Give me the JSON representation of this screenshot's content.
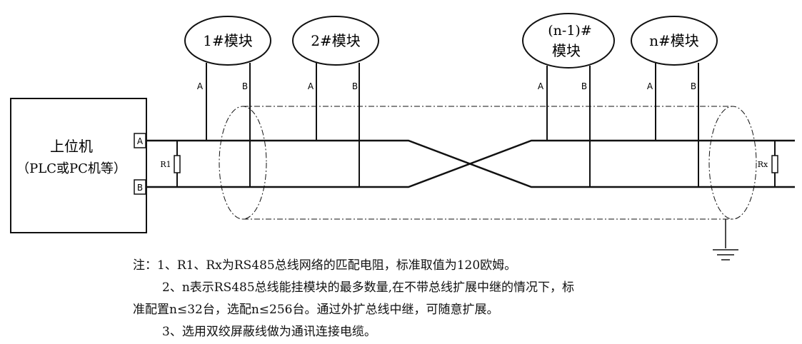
{
  "host": {
    "line1": "上位机",
    "line2": "（PLC或PC机等）",
    "port_a": "A",
    "port_b": "B"
  },
  "resistors": {
    "left": "R1",
    "right": "Rx"
  },
  "modules": [
    {
      "lines": [
        "1#模块"
      ],
      "pin_a": "A",
      "pin_b": "B"
    },
    {
      "lines": [
        "2#模块"
      ],
      "pin_a": "A",
      "pin_b": "B"
    },
    {
      "lines": [
        "(n-1)#",
        "模块"
      ],
      "pin_a": "A",
      "pin_b": "B"
    },
    {
      "lines": [
        "n#模块"
      ],
      "pin_a": "A",
      "pin_b": "B"
    }
  ],
  "notes": [
    "注：1、R1、Rx为RS485总线网络的匹配电阻，标准取值为120欧姆。",
    "2、n表示RS485总线能挂模块的最多数量,在不带总线扩展中继的情况下，标",
    "准配置n≤32台，选配n≤256台。通过外扩总线中继，可随意扩展。",
    "3、选用双绞屏蔽线做为通讯连接电缆。"
  ]
}
